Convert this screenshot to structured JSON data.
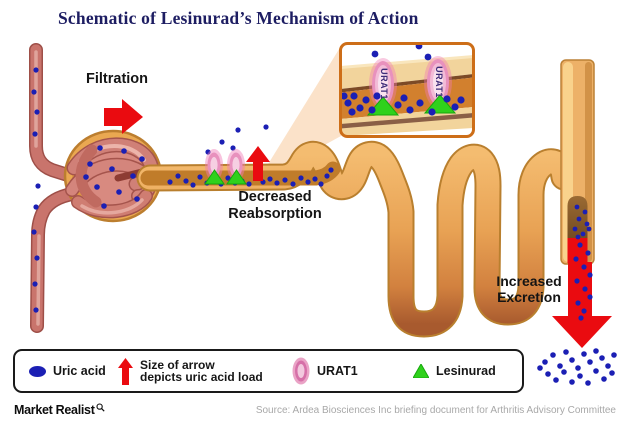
{
  "title": "Schematic of Lesinurad’s Mechanism of Action",
  "annotations": {
    "filtration": "Filtration",
    "decreased_reabsorption_line1": "Decreased",
    "decreased_reabsorption_line2": "Reabsorption",
    "increased_excretion_line1": "Increased",
    "increased_excretion_line2": "Excretion"
  },
  "inset": {
    "transporter_label": "URAT1"
  },
  "legend": {
    "uric_acid_label": "Uric acid",
    "arrow_note_line1": "Size of arrow",
    "arrow_note_line2": "depicts uric acid load",
    "urat1_label": "URAT1",
    "lesinurad_label": "Lesinurad"
  },
  "footer": {
    "brand": "Market Realist",
    "source": "Source: Ardea Biosciences Inc briefing document for Arthritis Advisory Committee"
  },
  "colors": {
    "uric_acid_dot": "#1b1fb4",
    "arrow_red": "#ea0b10",
    "urat1_pink": "#e891bd",
    "lesinurad_green": "#2fd11c",
    "tubule_tan": "#e8a254",
    "title_navy": "#1d1d62"
  }
}
